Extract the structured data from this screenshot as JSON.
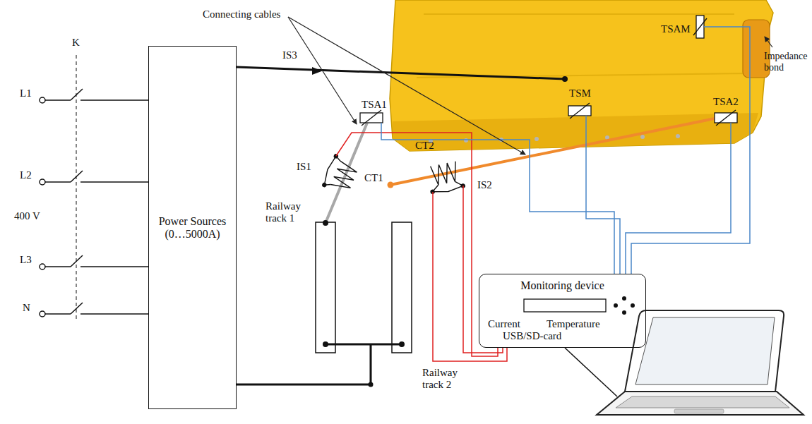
{
  "diagram": {
    "nodes": [
      {
        "text": [
          "Power Sources (0…5000A)"
        ]
      },
      {
        "text": [
          "Monitoring device",
          "Current",
          "Temperature",
          "USB/SD-card"
        ]
      }
    ],
    "labels": [
      "Connecting cables",
      "K",
      "L1",
      "L2",
      "400 V",
      "L3",
      "N",
      "IS3",
      "TSA1",
      "TSM",
      "TSA2",
      "TSAM",
      "Impedance bond",
      "IS1",
      "CT1",
      "CT2",
      "IS2",
      "Railway track 1",
      "Railway track 2"
    ]
  }
}
